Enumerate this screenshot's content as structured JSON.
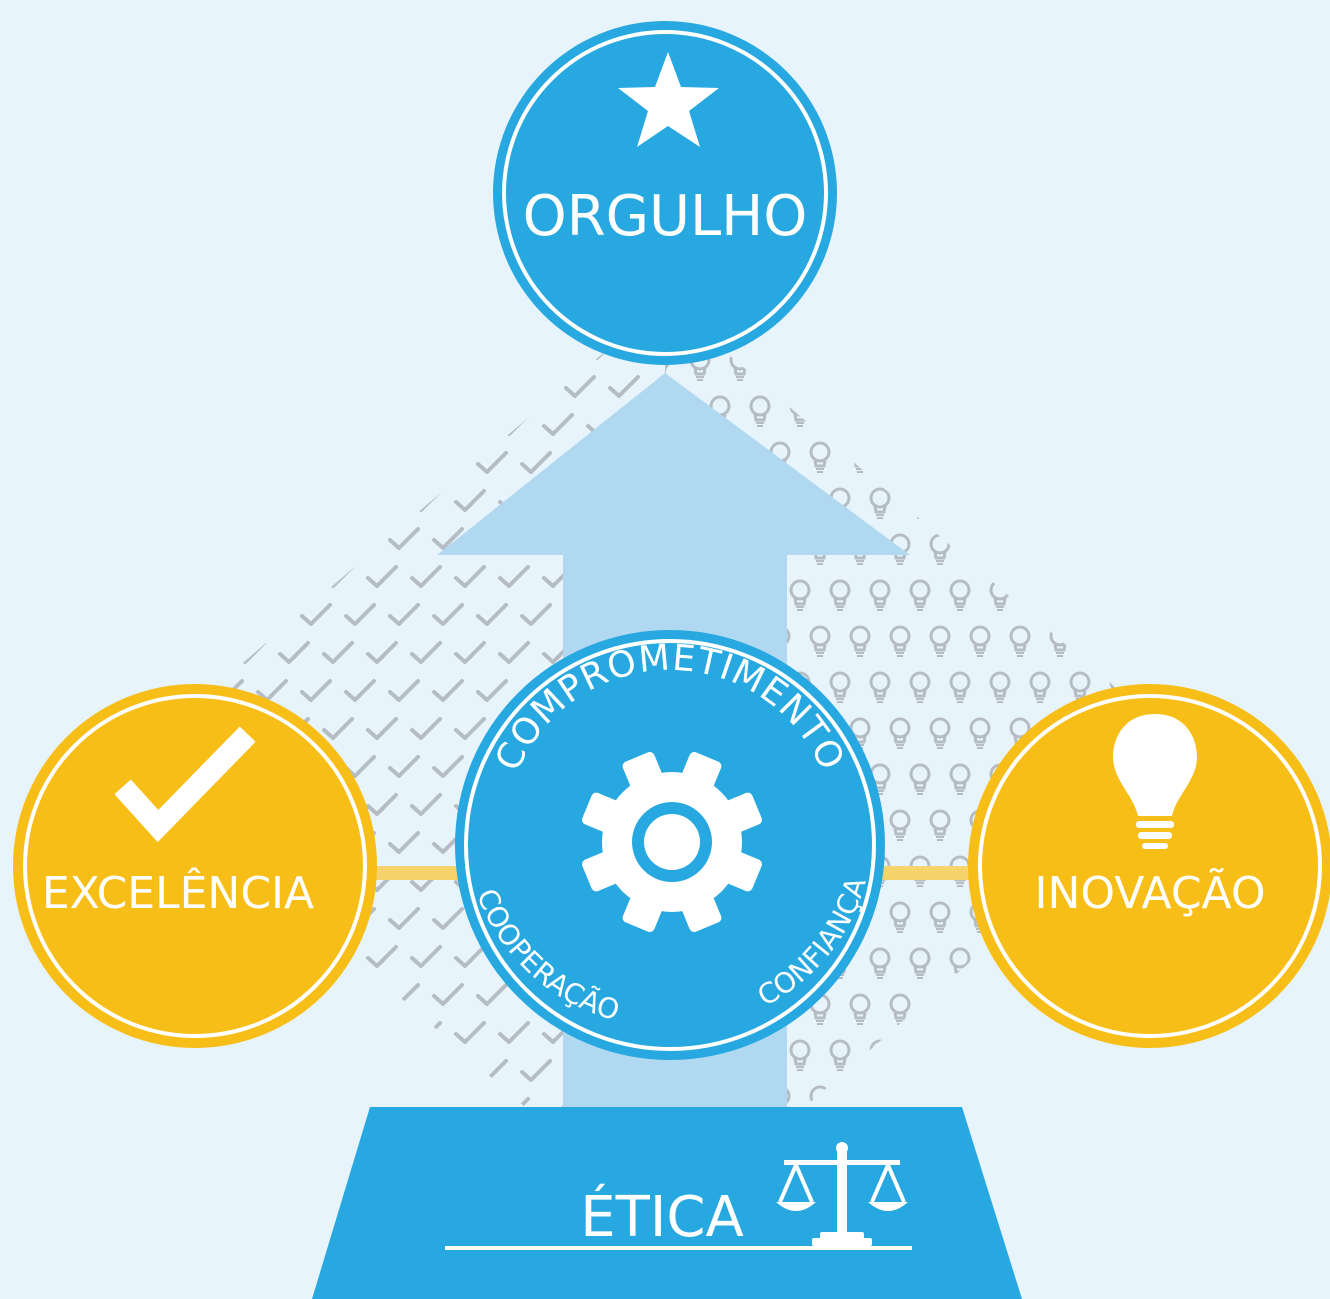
{
  "values": {
    "top": {
      "label": "ORGULHO",
      "icon": "star-icon"
    },
    "left": {
      "label": "EXCELÊNCIA",
      "icon": "check-icon"
    },
    "right": {
      "label": "INOVAÇÃO",
      "icon": "lightbulb-icon"
    },
    "center": {
      "icon": "gear-icon",
      "arc_top": "COMPROMETIMENTO",
      "arc_left": "COOPERAÇÃO",
      "arc_right": "CONFIANÇA"
    },
    "base": {
      "label": "ÉTICA",
      "icon": "scales-icon"
    }
  },
  "colors": {
    "background": "#e8f4fb",
    "blue": "#27a8e0",
    "light_blue": "#b0d9f1",
    "yellow": "#f7be18",
    "connector": "#f7d36d",
    "pattern_gray": "#b5bcc4",
    "white": "#ffffff"
  }
}
